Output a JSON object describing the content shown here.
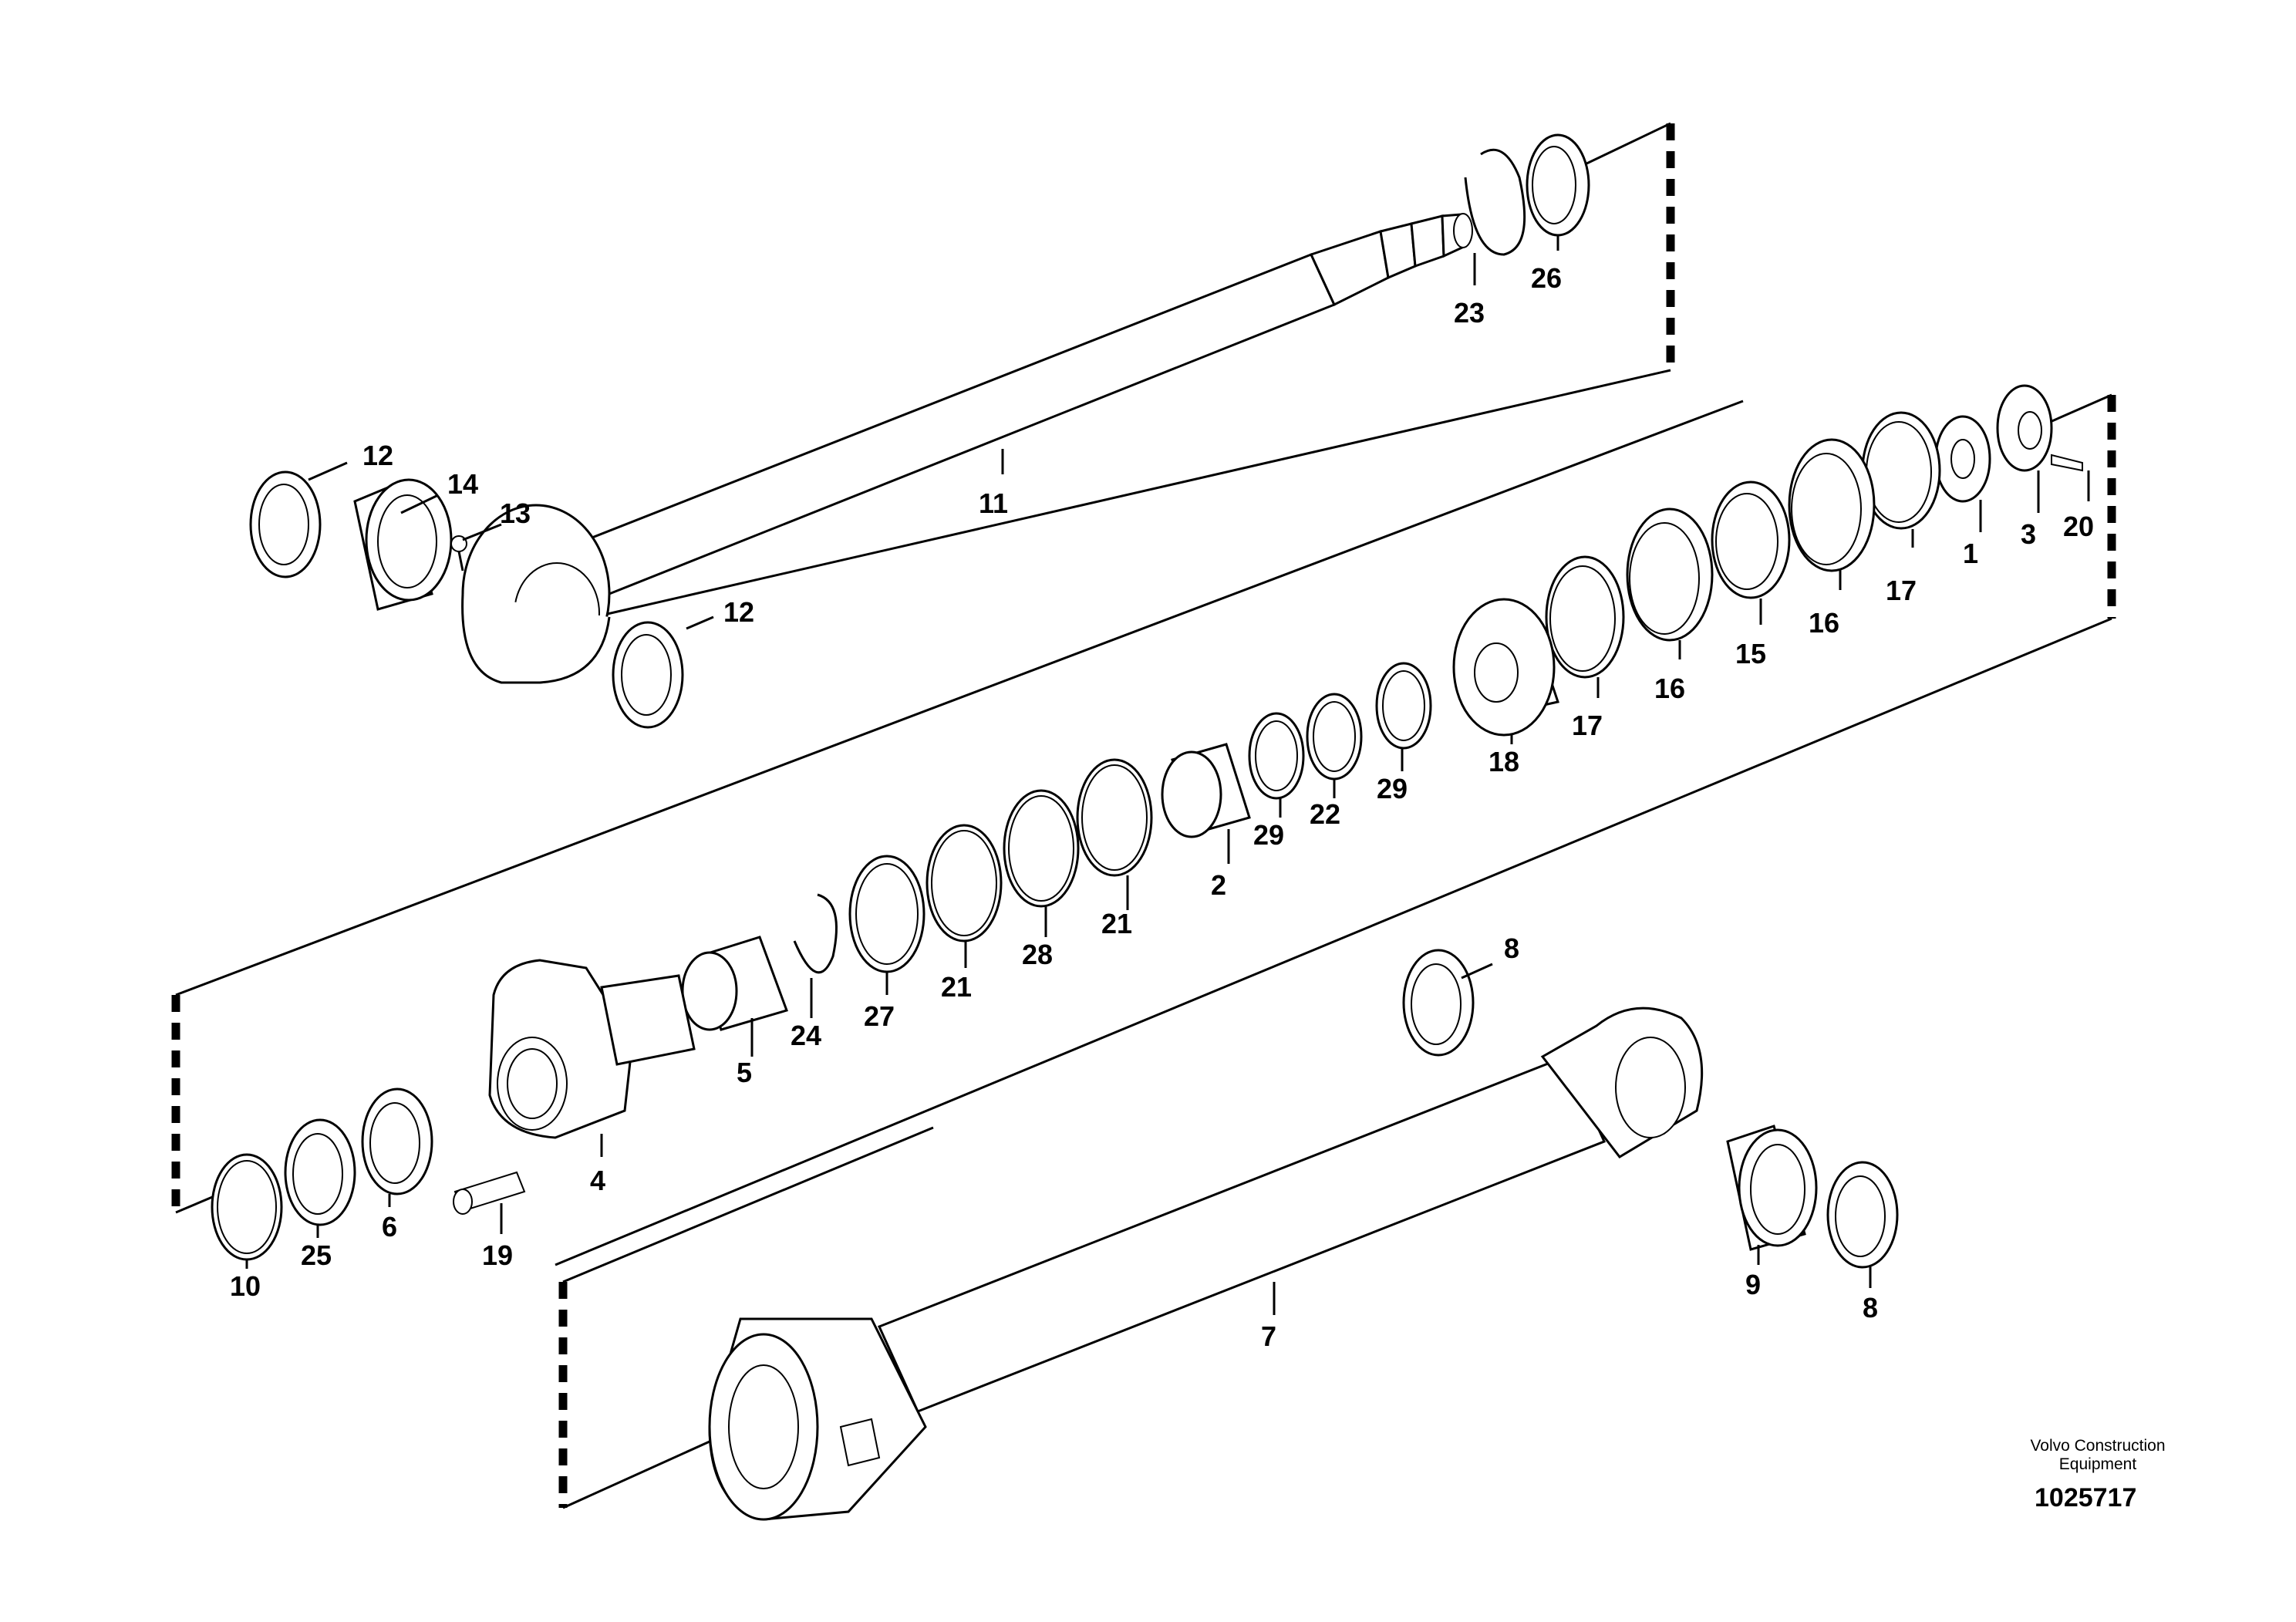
{
  "labels": {
    "p1": "1",
    "p2": "2",
    "p3": "3",
    "p4": "4",
    "p5": "5",
    "p6": "6",
    "p7": "7",
    "p8a": "8",
    "p8b": "8",
    "p9": "9",
    "p10": "10",
    "p11": "11",
    "p12a": "12",
    "p12b": "12",
    "p13": "13",
    "p14": "14",
    "p15": "15",
    "p16a": "16",
    "p16b": "16",
    "p17a": "17",
    "p17b": "17",
    "p18": "18",
    "p19": "19",
    "p20": "20",
    "p21a": "21",
    "p21b": "21",
    "p22": "22",
    "p23": "23",
    "p24": "24",
    "p25": "25",
    "p26": "26",
    "p27": "27",
    "p28": "28",
    "p29a": "29",
    "p29b": "29"
  },
  "caption": {
    "line1": "Volvo Construction",
    "line2": "Equipment",
    "doc_number": "1025717"
  }
}
